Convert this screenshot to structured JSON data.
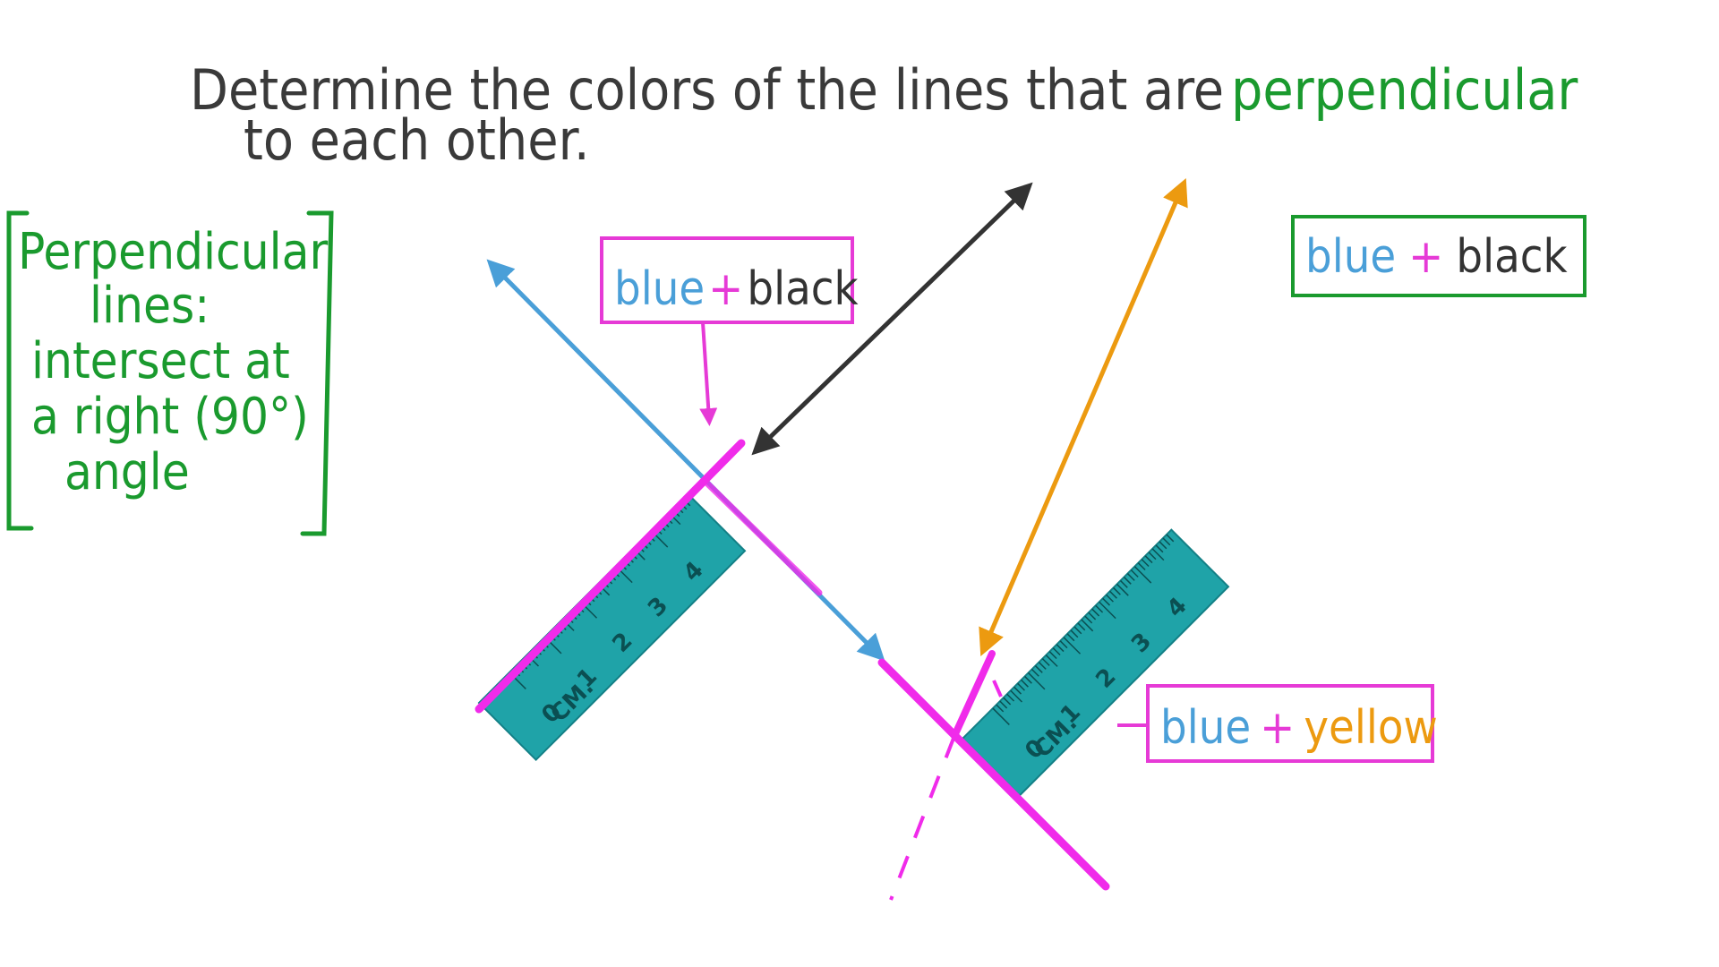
{
  "question": {
    "line1": "Determine the colors of the lines that are",
    "accent": "perpendicular",
    "line2": "to each other."
  },
  "definition": {
    "lines": [
      "Perpendicular",
      "lines:",
      "intersect at",
      "a right (90°)",
      "angle"
    ]
  },
  "labels": {
    "pair_one": {
      "a": "blue",
      "plus": "+",
      "b": "black"
    },
    "pair_two": {
      "a": "blue",
      "plus": "+",
      "b": "yellow"
    },
    "answer": {
      "a": "blue",
      "plus": "+",
      "b": "black"
    }
  },
  "ruler": {
    "numbers": [
      "0",
      "1",
      "2",
      "3",
      "4"
    ],
    "unit": "CM."
  },
  "colors": {
    "blue_line": "#4a9fd8",
    "black_line": "#333333",
    "yellow_line": "#ec9a10",
    "magenta_mark": "#f02bea",
    "ruler_fill": "#1fa3a8",
    "answer_box": "#1a9a2e",
    "label_box": "#e63ad6"
  }
}
